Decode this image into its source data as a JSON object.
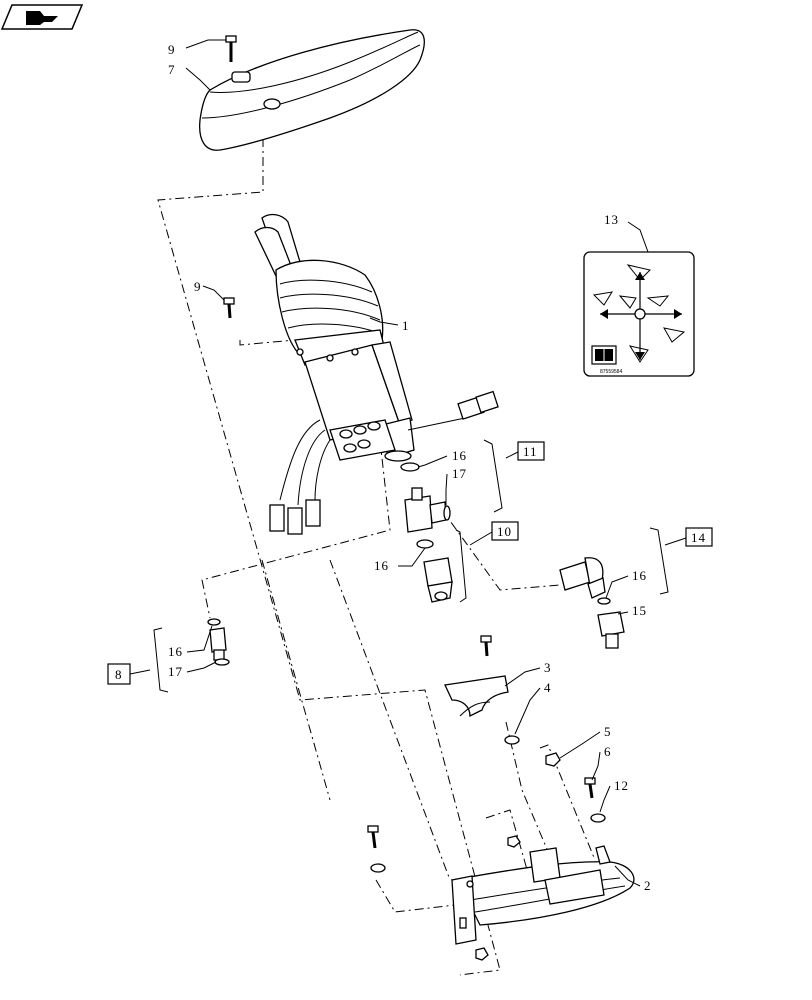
{
  "callouts": {
    "c1": "1",
    "c2": "2",
    "c3": "3",
    "c4": "4",
    "c5": "5",
    "c6": "6",
    "c7": "7",
    "c9a": "9",
    "c9b": "9",
    "c12": "12",
    "c13": "13",
    "c15": "15",
    "c16a": "16",
    "c16b": "16",
    "c16c": "16",
    "c16d": "16",
    "c17a": "17",
    "c17b": "17"
  },
  "boxed_callouts": {
    "b8": "8",
    "b10": "10",
    "b11": "11",
    "b14": "14"
  },
  "decal": {
    "code": "87559584"
  },
  "icons": {
    "nav": "next-page-arrow-icon",
    "decal_book": "operator-manual-icon"
  }
}
